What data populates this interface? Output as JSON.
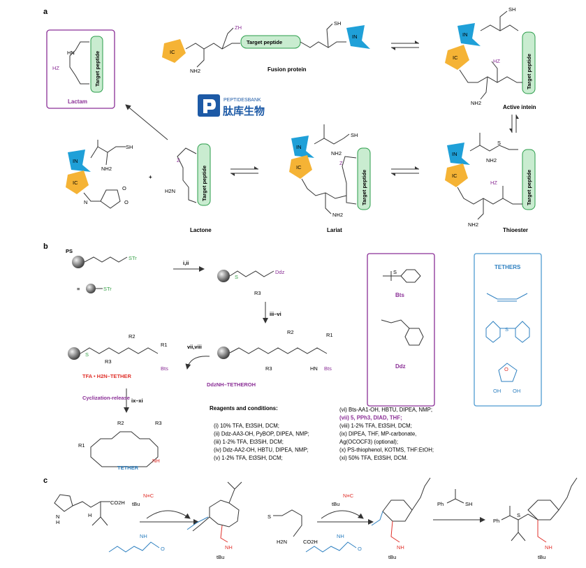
{
  "panels": {
    "a": "a",
    "b": "b",
    "c": "c"
  },
  "colors": {
    "ic": "#f5b335",
    "in": "#1fa0d8",
    "peptide_fill": "#c9ecd0",
    "peptide_stroke": "#2a9d4a",
    "purple": "#8a2e96",
    "red": "#e0312b",
    "blue": "#2c7fc0",
    "green": "#3aa24a",
    "tethers_border": "#4e9bd1",
    "logo_blue": "#1d5aa6"
  },
  "panel_a": {
    "lactam_title": "Lactam",
    "fusion_protein": "Fusion protein",
    "active_intein": "Active intein",
    "lactone": "Lactone",
    "lariat": "Lariat",
    "thioester": "Thioester",
    "target_peptide": "Target peptide",
    "ic": "IC",
    "in": "IN",
    "plus": "+",
    "zh": "ZH",
    "hz": "HZ",
    "sh": "SH",
    "nh2": "NH2",
    "z": "Z",
    "h2n": "H2N",
    "s": "S"
  },
  "logo": {
    "name_en": "PEPTIDESBANK",
    "name_cn": "肽库生物"
  },
  "panel_b": {
    "ps": "PS",
    "str": "STr",
    "step_i_ii": "i,ii",
    "step_iii_vi": "iii–vi",
    "step_vii_viii": "vii,viii",
    "step_ix_xi": "ix–xi",
    "ddz": "Ddz",
    "bts": "Bts",
    "r1": "R1",
    "r2": "R2",
    "r3": "R3",
    "tfa_label": "TFA • H2N–TETHER",
    "ddz_tether": "DdzNH–TETHEROH",
    "cyclization": "Cyclization-release",
    "tether_label": "TETHER",
    "nh": "NH",
    "tethers_title": "TETHERS",
    "oh": "OH",
    "reagents_title": "Reagents and conditions:",
    "conditions_left": [
      "(i) 10% TFA, Et3SiH, DCM;",
      "(ii) Ddz-AA3-OH, PyBOP, DIPEA, NMP;",
      "(iii) 1-2% TFA, Et3SiH, DCM;",
      "(iv) Ddz-AA2-OH, HBTU, DIPEA, NMP;",
      "(v) 1-2% TFA, Et3SiH, DCM;"
    ],
    "conditions_right": [
      "(vi) Bts-AA1-OH, HBTU, DIPEA, NMP;",
      "(vii) 5, PPh3, DIAD, THF;",
      "(viii) 1-2% TFA, Et3SiH, DCM;",
      "(ix) DIPEA, THF, MP-carbonate,",
      "Ag(OCOCF3) (optional);",
      "(x) PS-thiophenol, KOTMS, THF:EtOH;",
      "(xi) 50% TFA, Et3SiH, DCM."
    ]
  },
  "panel_c": {
    "co2h": "CO2H",
    "tbu": "tBu",
    "nc": "N≡C",
    "phcosh": "SH",
    "ph": "Ph",
    "nh": "NH",
    "n": "N",
    "h": "H",
    "h2n": "H2N",
    "s": "S",
    "o": "O"
  }
}
